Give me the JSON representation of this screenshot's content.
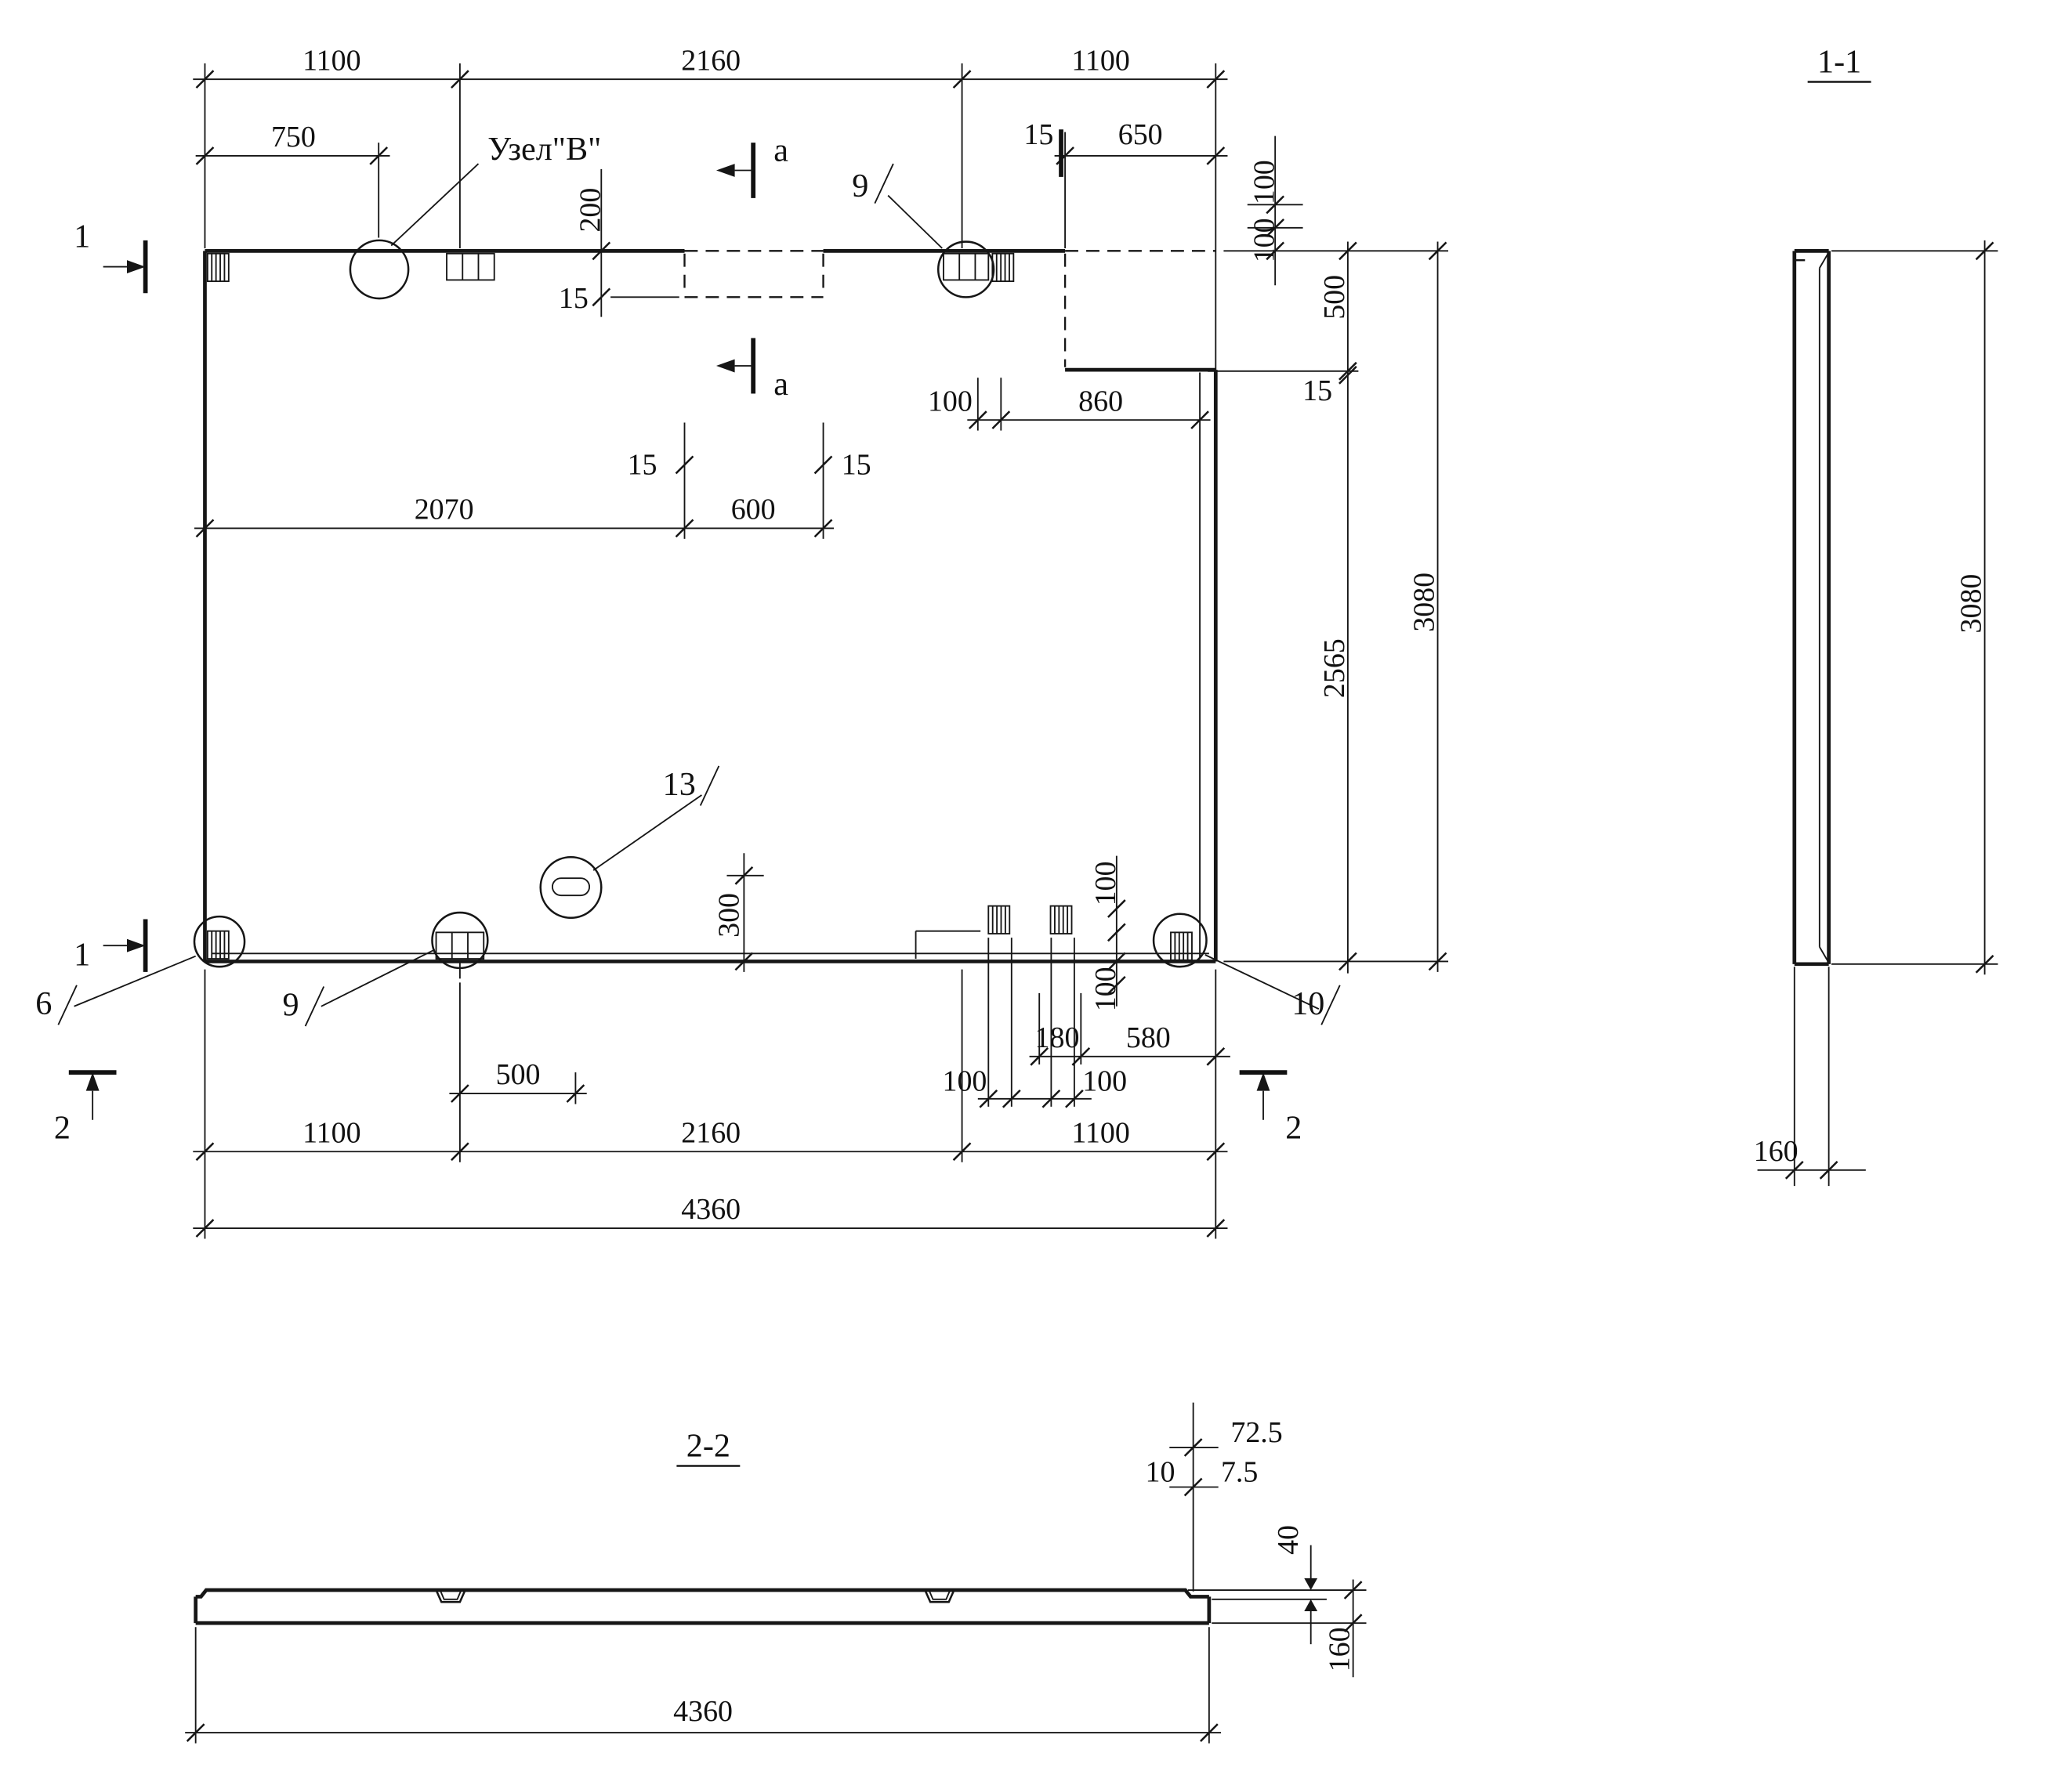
{
  "plan": {
    "dims_top": [
      "1100",
      "2160",
      "1100"
    ],
    "dim_750": "750",
    "node_b": "Узел\"В\"",
    "dim_15_joint": "15",
    "dim_650": "650",
    "dim_200": "200",
    "dim_15_opening_top": "15",
    "dim_100_tr_a": "100",
    "dim_100_tr_b": "100",
    "dim_500_right": "500",
    "dim_15_right": "15",
    "dim_100_mid": "100",
    "dim_860": "860",
    "dim_15_open_left": "15",
    "dim_15_open_right": "15",
    "dim_2070": "2070",
    "dim_600": "600",
    "dim_2565": "2565",
    "dim_3080": "3080",
    "dim_300": "300",
    "dim_100_anchor_top": "100",
    "dim_100_anchor_bot": "100",
    "dim_180": "180",
    "dim_580": "580",
    "dim_100_bot_left": "100",
    "dim_100_bot_right": "100",
    "dim_500_bottom": "500",
    "dims_bottom": [
      "1100",
      "2160",
      "1100"
    ],
    "dim_4360": "4360",
    "mark_1": "1",
    "mark_2": "2",
    "mark_a": "a",
    "detail_6": "6",
    "detail_9": "9",
    "detail_10": "10",
    "detail_13": "13"
  },
  "section_1_1": {
    "title": "1-1",
    "dim_3080": "3080",
    "dim_160": "160"
  },
  "section_2_2": {
    "title": "2-2",
    "dim_72_5": "72.5",
    "dim_10": "10",
    "dim_7_5": "7.5",
    "dim_40": "40",
    "dim_160": "160",
    "dim_4360": "4360"
  }
}
